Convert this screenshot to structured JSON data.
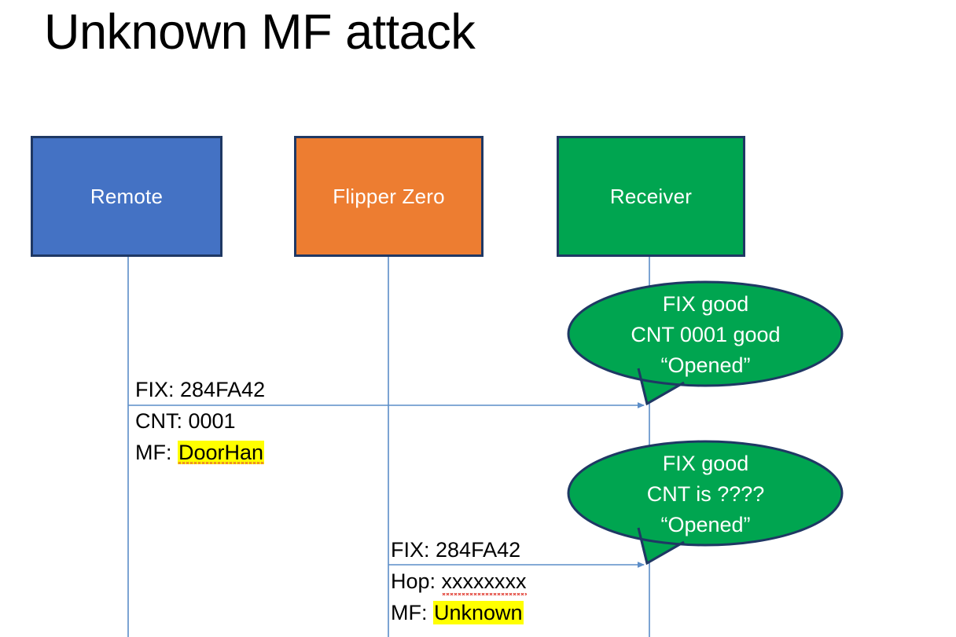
{
  "slide": {
    "title": "Unknown MF attack",
    "background": "#FFFFFF"
  },
  "colors": {
    "remote_fill": "#4472C4",
    "flipper_fill": "#ED7D31",
    "receiver_fill": "#00A550",
    "box_border": "#1F3864",
    "lifeline": "#5B8DC8",
    "arrow": "#5B8DC8",
    "highlight": "#FFFF00",
    "bubble_fill": "#00A550",
    "bubble_border": "#1F3864",
    "text": "#000000",
    "box_label_text": "#FFFFFF"
  },
  "actors": [
    {
      "id": "remote",
      "label": "Remote"
    },
    {
      "id": "flipper",
      "label": "Flipper Zero"
    },
    {
      "id": "receiver",
      "label": "Receiver"
    }
  ],
  "messages": [
    {
      "id": "msg-1",
      "from": "remote",
      "to": "receiver",
      "lines": [
        {
          "label": "FIX: ",
          "value": "284FA42",
          "highlight": false,
          "spellcheck_underline": false
        },
        {
          "label": "CNT: ",
          "value": "0001",
          "highlight": false,
          "spellcheck_underline": false
        },
        {
          "label": "MF: ",
          "value": "DoorHan",
          "highlight": true,
          "spellcheck_underline": true
        }
      ]
    },
    {
      "id": "msg-2",
      "from": "flipper",
      "to": "receiver",
      "lines": [
        {
          "label": "FIX: ",
          "value": "284FA42",
          "highlight": false,
          "spellcheck_underline": false
        },
        {
          "label": "Hop: ",
          "value": "xxxxxxxx",
          "highlight": false,
          "spellcheck_underline": true
        },
        {
          "label": "MF: ",
          "value": "Unknown",
          "highlight": true,
          "spellcheck_underline": false
        }
      ]
    }
  ],
  "callouts": [
    {
      "id": "callout-1",
      "attached_to": "msg-1",
      "lines": [
        "FIX good",
        "CNT 0001 good",
        "“Opened”"
      ]
    },
    {
      "id": "callout-2",
      "attached_to": "msg-2",
      "lines": [
        "FIX good",
        "CNT is ????",
        "“Opened”"
      ]
    }
  ]
}
